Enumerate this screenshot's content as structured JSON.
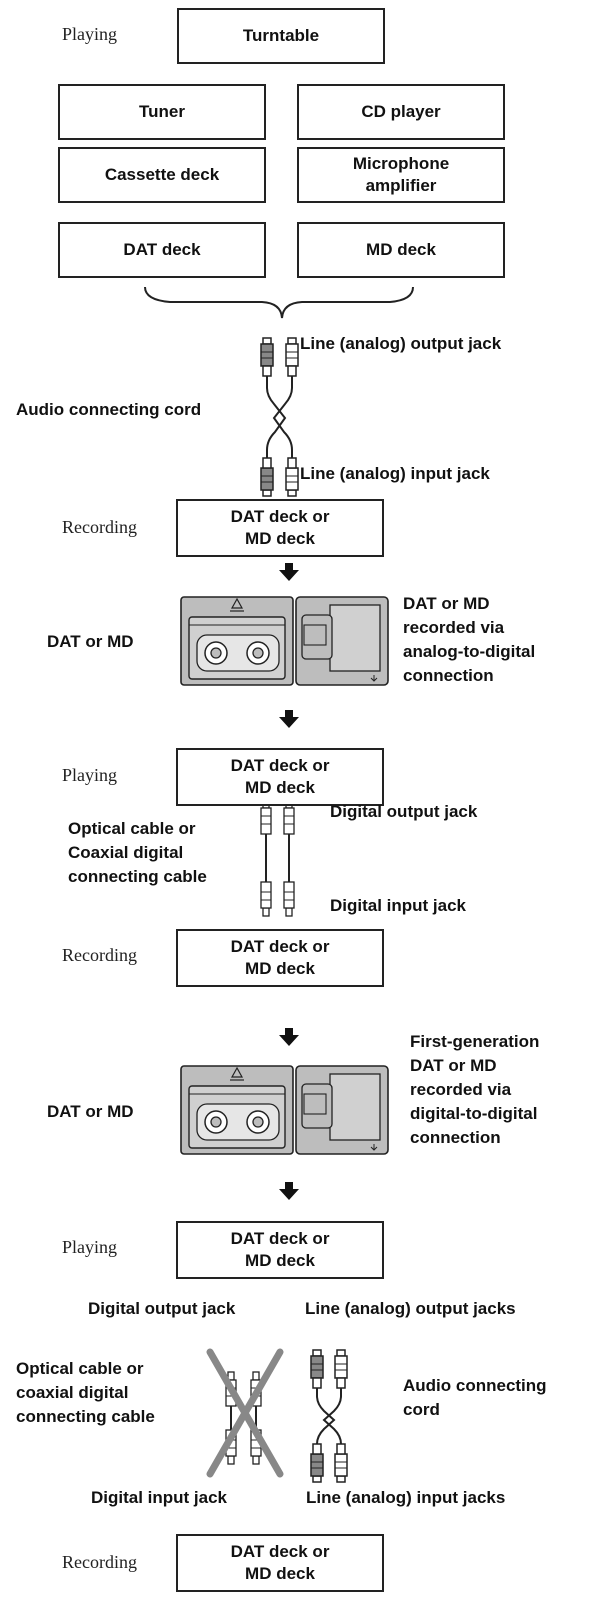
{
  "section1": {
    "playing_label": "Playing",
    "sources": [
      "Turntable",
      "Tuner",
      "CD player",
      "Cassette deck",
      "Microphone\namplifier",
      "DAT deck",
      "MD deck"
    ],
    "cord_label": "Audio connecting cord",
    "output_jack": "Line (analog) output jack",
    "input_jack": "Line (analog) input jack",
    "recording_label": "Recording",
    "recorder": "DAT deck or\nMD deck",
    "media_label": "DAT or MD",
    "media_desc": "DAT or MD\nrecorded via\nanalog-to-digital\nconnection"
  },
  "section2": {
    "playing_label": "Playing",
    "player": "DAT deck or\nMD deck",
    "cable_label": "Optical cable or\nCoaxial digital\nconnecting cable",
    "output_jack": "Digital output jack",
    "input_jack": "Digital input jack",
    "recording_label": "Recording",
    "recorder": "DAT deck or\nMD deck",
    "media_label": "DAT or MD",
    "media_desc": "First-generation\nDAT or MD\nrecorded via\ndigital-to-digital\nconnection"
  },
  "section3": {
    "playing_label": "Playing",
    "player": "DAT deck or\nMD deck",
    "digital_output": "Digital output jack",
    "analog_output": "Line (analog) output jacks",
    "optical_label": "Optical cable or\ncoaxial digital\nconnecting cable",
    "audio_cord_label": "Audio connecting\ncord",
    "digital_input": "Digital input jack",
    "analog_input": "Line (analog) input jacks",
    "recording_label": "Recording",
    "recorder": "DAT deck or\nMD deck"
  },
  "colors": {
    "stroke": "#222222",
    "media_fill": "#bdbdbd",
    "cross": "#888888"
  }
}
